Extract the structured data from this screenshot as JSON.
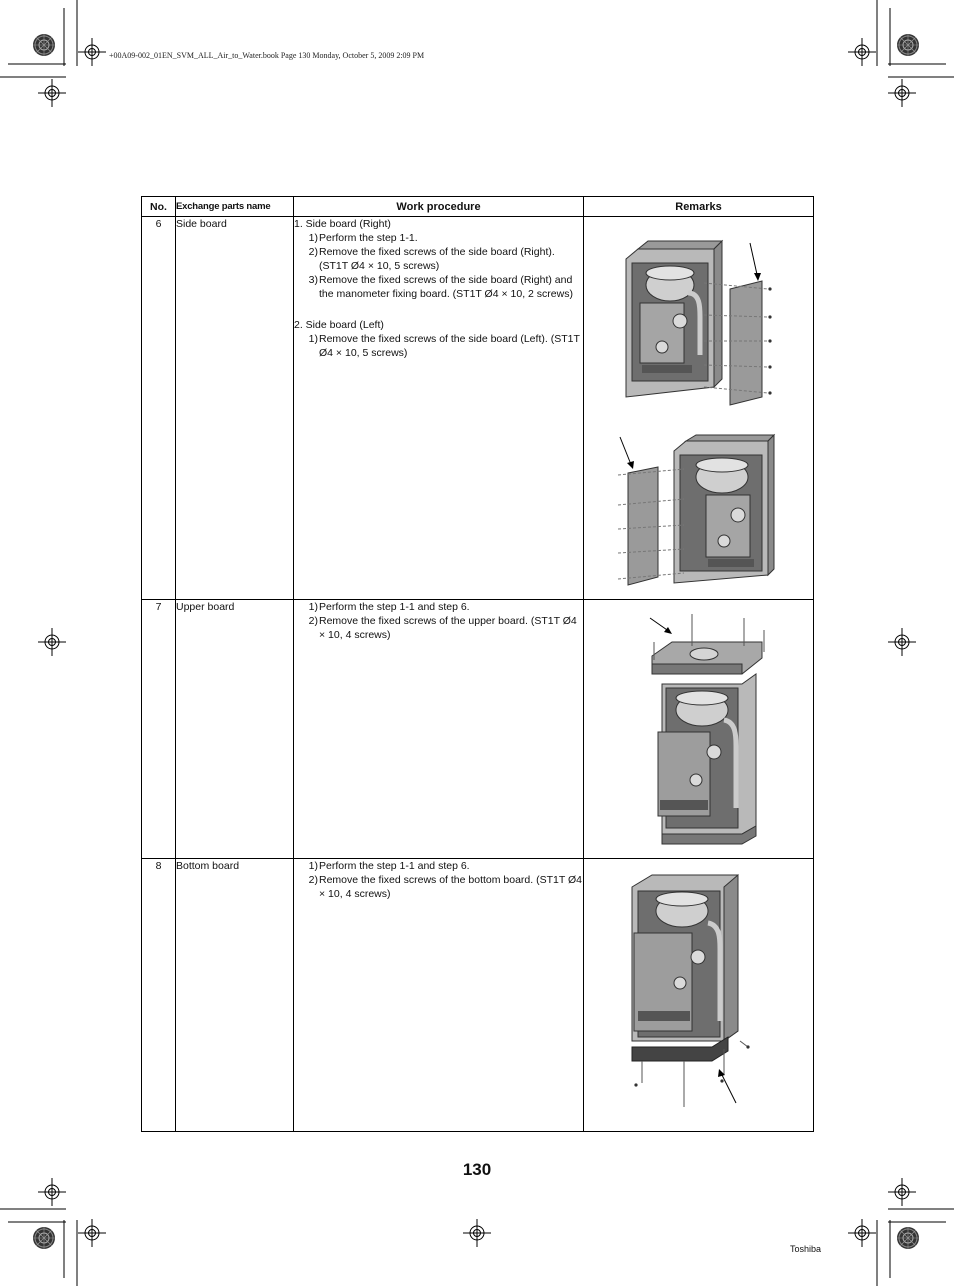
{
  "print_header": "+00A09-002_01EN_SVM_ALL_Air_to_Water.book  Page 130  Monday, October 5, 2009  2:09 PM",
  "table": {
    "headers": {
      "no": "No.",
      "parts": "Exchange parts name",
      "work": "Work procedure",
      "remarks": "Remarks"
    },
    "rows": [
      {
        "no": "6",
        "part": "Side board",
        "groups": [
          {
            "title": "1. Side board (Right)",
            "steps": [
              {
                "num": "1)",
                "text": "Perform the step 1-1."
              },
              {
                "num": "2)",
                "text": "Remove the fixed screws of the side board (Right). (ST1T Ø4 × 10, 5 screws)"
              },
              {
                "num": "3)",
                "text": "Remove the fixed screws of the side board (Right) and the manometer fixing board. (ST1T Ø4 × 10, 2 screws)"
              }
            ]
          },
          {
            "title": "2. Side board (Left)",
            "steps": [
              {
                "num": "1)",
                "text": "Remove the fixed screws of the side board (Left). (ST1T Ø4 × 10, 5 screws)"
              }
            ]
          }
        ]
      },
      {
        "no": "7",
        "part": "Upper board",
        "steps": [
          {
            "num": "1)",
            "text": "Perform the step 1-1 and step 6."
          },
          {
            "num": "2)",
            "text": "Remove the fixed screws of the upper board. (ST1T Ø4 × 10, 4 screws)"
          }
        ]
      },
      {
        "no": "8",
        "part": "Bottom board",
        "steps": [
          {
            "num": "1)",
            "text": "Perform the step 1-1 and step 6."
          },
          {
            "num": "2)",
            "text": "Remove the fixed screws of the bottom board. (ST1T Ø4 × 10, 4 screws)"
          }
        ]
      }
    ]
  },
  "page_number": "130",
  "footer_brand": "Toshiba"
}
